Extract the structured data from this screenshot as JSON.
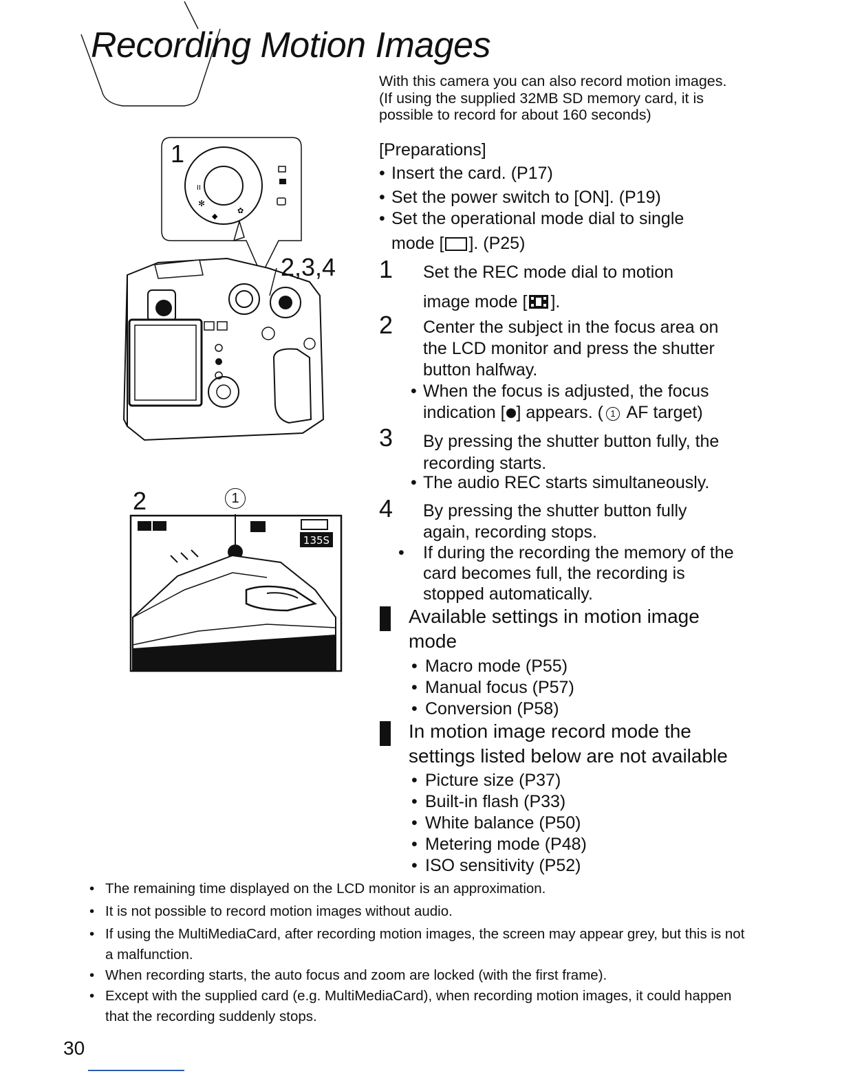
{
  "title": "Recording Motion Images",
  "intro": "With this camera you can also record motion images. (If using the supplied 32MB SD memory card, it is possible to record for about 160 seconds)",
  "preparations": {
    "heading": "[Preparations]",
    "items": [
      "Insert the card. (P17)",
      "Set the power switch to [ON]. (P19)"
    ],
    "item3_a": "Set the operational mode dial to single",
    "item3_b": "mode [",
    "item3_c": "]. (P25)"
  },
  "steps": [
    {
      "num": "1",
      "line1": "Set the REC mode dial to motion",
      "line2_a": "image mode [",
      "line2_b": "]."
    },
    {
      "num": "2",
      "text": "Center the subject in the focus area on the LCD monitor and press the shutter button halfway.",
      "sub_a": "When the focus is adjusted, the focus",
      "sub_b": "indication [",
      "sub_c": "] appears. (",
      "sub_d": " AF target)"
    },
    {
      "num": "3",
      "text": "By pressing the shutter button fully, the recording starts.",
      "sub": "The audio REC starts simultaneously."
    },
    {
      "num": "4",
      "text": "By pressing the shutter button fully again, recording stops.",
      "sub": "If during the recording the memory of the card becomes full, the recording is stopped automatically."
    }
  ],
  "available": {
    "heading": "Available settings in motion image mode",
    "items": [
      "Macro mode (P55)",
      "Manual focus (P57)",
      "Conversion (P58)"
    ]
  },
  "not_available": {
    "heading": "In motion image record mode the settings listed below are not available",
    "items": [
      "Picture size (P37)",
      "Built-in flash (P33)",
      "White balance (P50)",
      "Metering mode (P48)",
      "ISO sensitivity (P52)"
    ]
  },
  "notes": [
    "The remaining time displayed on the LCD monitor is an approximation.",
    "It is not possible to record motion images without audio.",
    "If using the MultiMediaCard, after recording motion images, the screen may appear grey, but this is not a malfunction.",
    "When recording starts, the auto focus and zoom are locked (with the first frame).",
    "Except with the supplied card (e.g. MultiMediaCard), when recording motion images, it could happen that the recording suddenly stops."
  ],
  "figure_labels": {
    "dial": "1",
    "buttons": "2,3,4",
    "lcd": "2",
    "target": "1"
  },
  "lcd_readout": "135S",
  "page_number": "30",
  "bullet": "•",
  "circled_one": "1"
}
